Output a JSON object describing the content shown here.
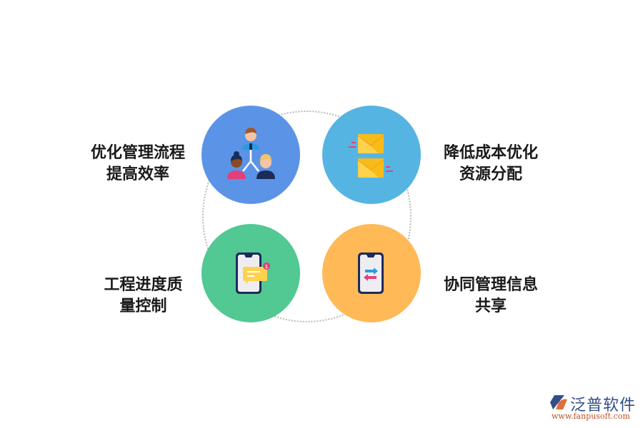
{
  "diagram": {
    "type": "four-circle cycle",
    "ring": {
      "style": "dotted",
      "color": "#b8b8b8"
    },
    "nodes": [
      {
        "id": "top-left",
        "color": "#5b94e6",
        "icon": "org-chart-people-icon",
        "label_lines": [
          "优化管理流程",
          "提高效率"
        ]
      },
      {
        "id": "top-right",
        "color": "#56b4e3",
        "icon": "envelopes-icon",
        "label_lines": [
          "降低成本优化",
          "资源分配"
        ]
      },
      {
        "id": "bottom-left",
        "color": "#52c893",
        "icon": "phone-message-notification-icon",
        "badge": "1",
        "label_lines": [
          "工程进度质",
          "量控制"
        ]
      },
      {
        "id": "bottom-right",
        "color": "#ffb957",
        "icon": "phone-data-exchange-icon",
        "label_lines": [
          "协同管理信息",
          "共享"
        ]
      }
    ]
  },
  "watermark": {
    "brand": "泛普软件",
    "url": "www.fanpusoft.com",
    "colors": {
      "primary": "#2f4f8a",
      "accent": "#e0703a"
    }
  }
}
